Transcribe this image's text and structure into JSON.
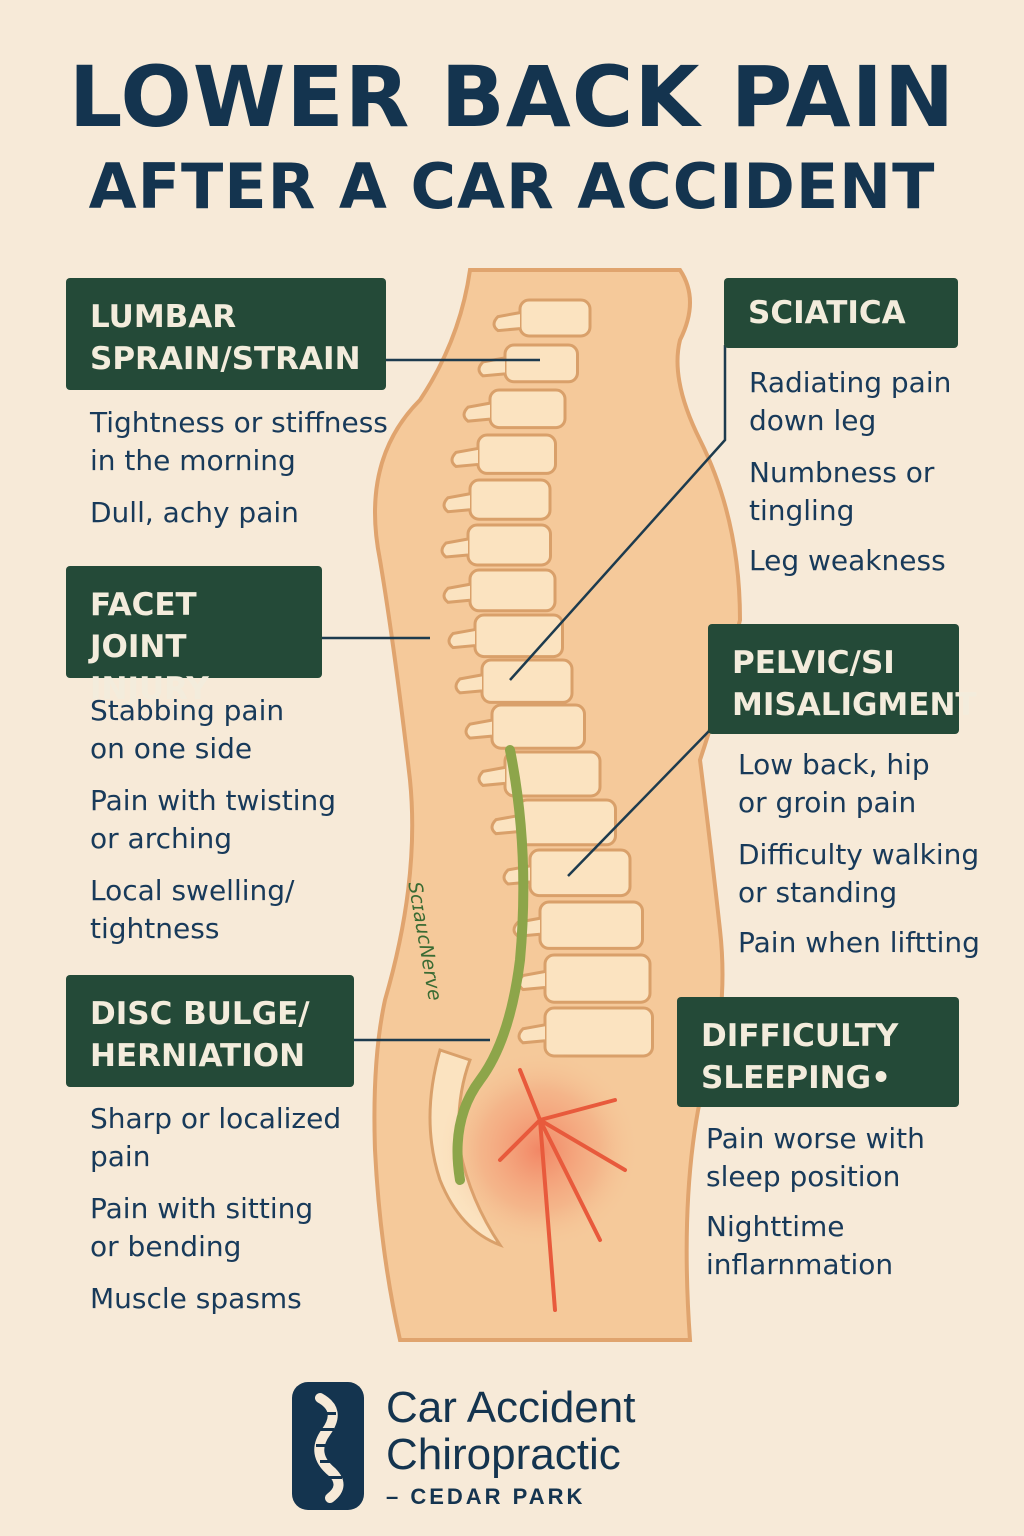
{
  "title": {
    "line1": "LOWER BACK PAIN",
    "line2": "AFTER A CAR ACCIDENT"
  },
  "nerve_label": "ScɪauᴄNerve",
  "conditions": {
    "lumbar": {
      "title1": "LUMBAR",
      "title2": "SPRAIN/STRAIN",
      "s1a": "Tightness or stiffness",
      "s1b": "in the morning",
      "s2": "Dull, achy pain"
    },
    "facet": {
      "title1": "FACET JOINT",
      "title2": "INJURY",
      "s1a": "Stabbing pain",
      "s1b": "on one side",
      "s2a": "Pain with twisting",
      "s2b": "or arching",
      "s3a": "Local swelling/",
      "s3b": "tightness"
    },
    "disc": {
      "title1": "DISC BULGE/",
      "title2": "HERNIATION",
      "s1a": "Sharp or localized",
      "s1b": "pain",
      "s2a": "Pain with sitting",
      "s2b": "or bending",
      "s3": "Muscle spasms"
    },
    "sciatica": {
      "title": "SCIATICA",
      "s1a": "Radiating pain",
      "s1b": "down leg",
      "s2a": "Numbness or",
      "s2b": "tingling",
      "s3": "Leg weakness"
    },
    "pelvic": {
      "title1": "PELVIC/SI",
      "title2": "MISALIGMENT",
      "s1a": "Low back, hip",
      "s1b": "or groin pain",
      "s2a": "Difficulty walking",
      "s2b": "or standing",
      "s3": "Pain when liftting"
    },
    "sleeping": {
      "title1": "DIFFICULTY",
      "title2": "SLEEPING•",
      "s1a": "Pain worse with",
      "s1b": "sleep position",
      "s2a": "Nighttime",
      "s2b": "inflarnmation"
    }
  },
  "logo": {
    "name1": "Car Accident",
    "name2": "Chiropractic",
    "sub": "– CEDAR PARK"
  },
  "colors": {
    "background": "#f7ead8",
    "title": "#14344f",
    "box": "#244a38",
    "body": "#f5c99a",
    "bone": "#fbe3c0",
    "nerve": "#8da54a",
    "pain": "#e85a3c"
  }
}
